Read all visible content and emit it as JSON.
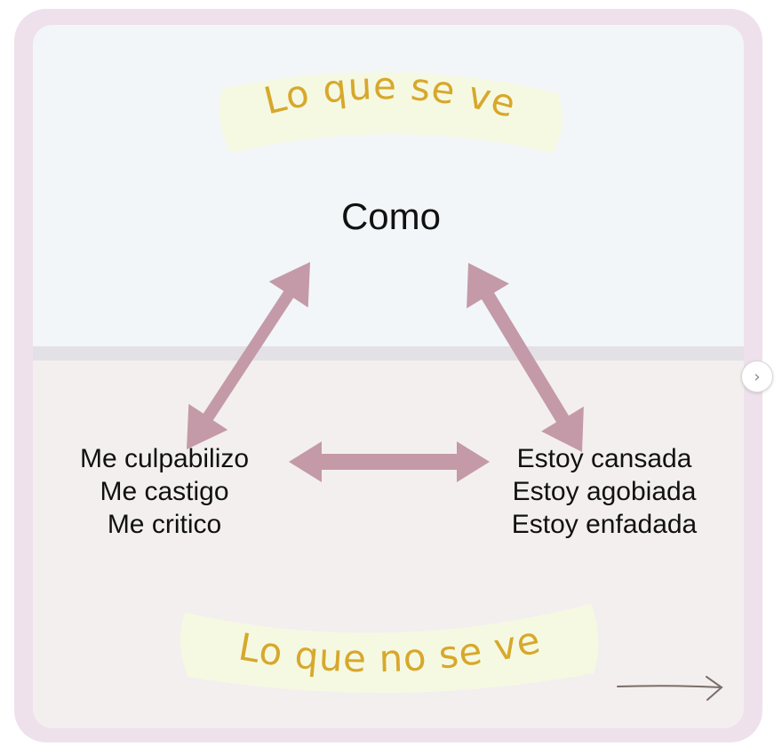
{
  "banner_top": "Lo que se ve",
  "banner_bottom": "Lo que no se ve",
  "node_top": "Como",
  "node_left": [
    "Me culpabilizo",
    "Me castigo",
    "Me critico"
  ],
  "node_right": [
    "Estoy cansada",
    "Estoy agobiada",
    "Estoy enfadada"
  ],
  "icons": {
    "next": "chevron-right-icon",
    "continue": "long-arrow-right-icon"
  },
  "colors": {
    "frame": "#eee1ec",
    "top_zone": "#f2f6f9",
    "bottom_zone": "#f4efef",
    "arrow": "#c49aa8",
    "banner_text": "#d7a82c",
    "banner_bg": "#f6f9e2"
  }
}
